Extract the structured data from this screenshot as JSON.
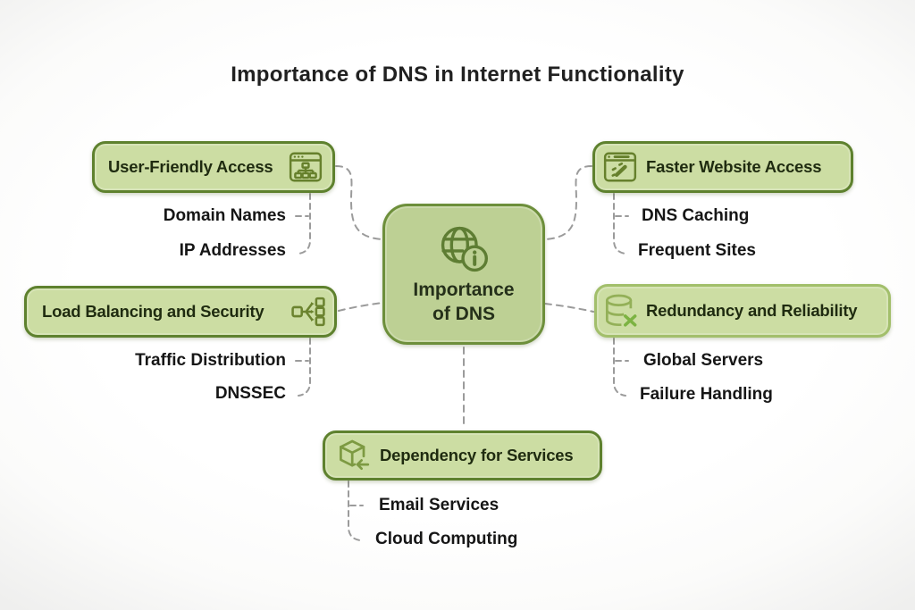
{
  "title": "Importance of DNS in Internet Functionality",
  "center": {
    "label": "Importance of DNS",
    "icon": "globe-info-icon"
  },
  "branches": [
    {
      "id": "user-friendly-access",
      "label": "User-Friendly Access",
      "icon": "sitemap-browser-icon",
      "items": [
        "Domain Names",
        "IP Addresses"
      ]
    },
    {
      "id": "faster-website-access",
      "label": "Faster Website Access",
      "icon": "speed-browser-icon",
      "items": [
        "DNS Caching",
        "Frequent Sites"
      ]
    },
    {
      "id": "load-balancing-and-security",
      "label": "Load Balancing and Security",
      "icon": "load-balancer-icon",
      "items": [
        "Traffic Distribution",
        "DNSSEC"
      ]
    },
    {
      "id": "redundancy-and-reliability",
      "label": "Redundancy and Reliability",
      "icon": "database-x-icon",
      "items": [
        "Global Servers",
        "Failure Handling"
      ]
    },
    {
      "id": "dependency-for-services",
      "label": "Dependency for Services",
      "icon": "cube-arrow-icon",
      "items": [
        "Email Services",
        "Cloud Computing"
      ]
    }
  ],
  "colors": {
    "branch_fill": "#ccdda3",
    "branch_border": "#5e812e",
    "redundancy_border": "#a2bf6b",
    "center_fill": "#bdd094",
    "center_border": "#6d8f3b",
    "icon_stroke": "#66802c",
    "connector": "#9b9b9b",
    "text_dark": "#1f2b10",
    "title_color": "#212121"
  }
}
